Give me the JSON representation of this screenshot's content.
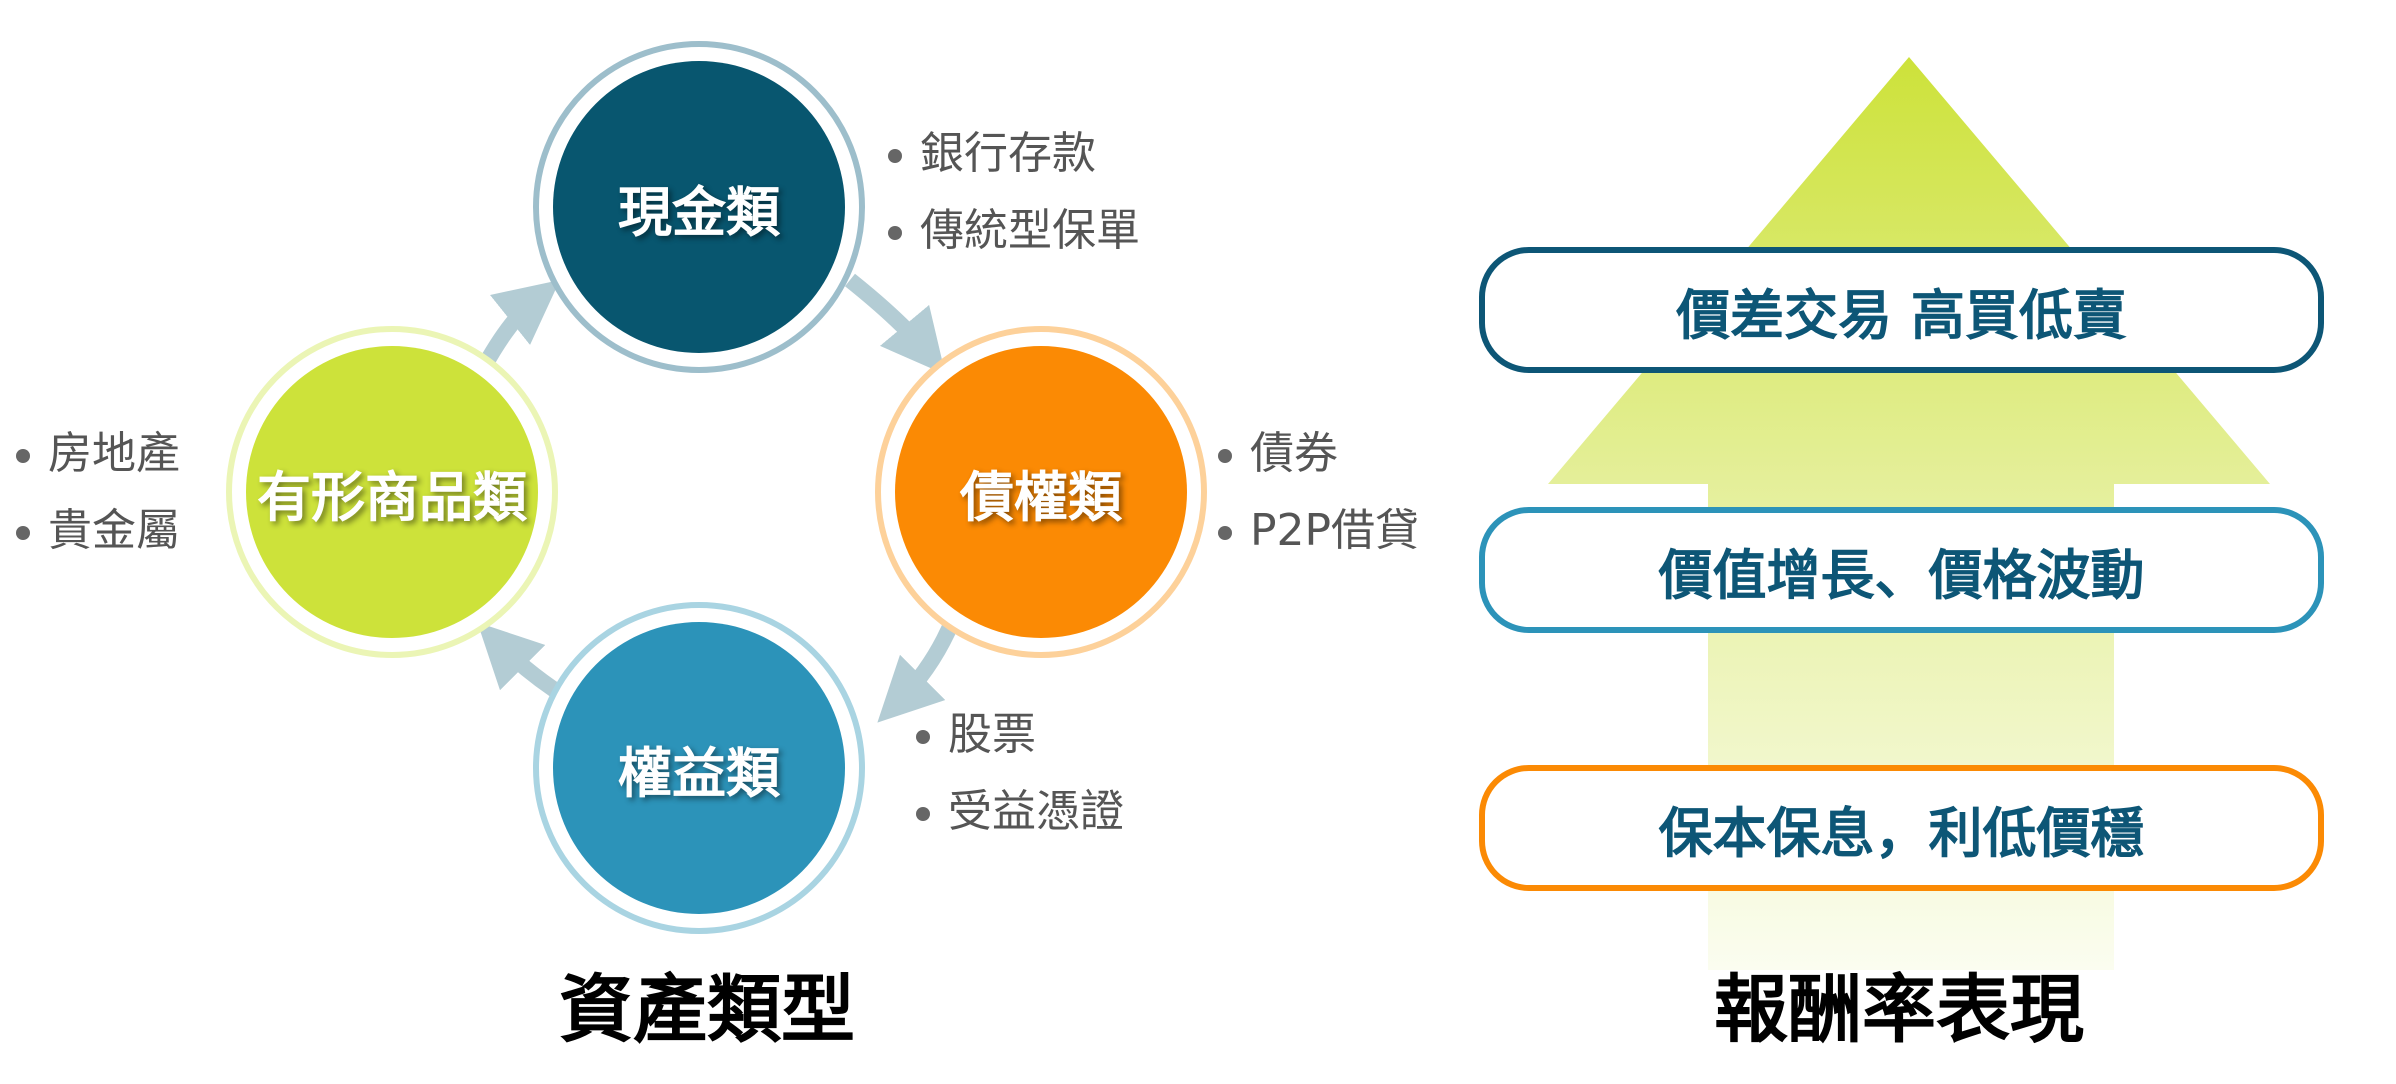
{
  "asset_types": {
    "title": "資產類型",
    "categories": [
      {
        "id": "cash",
        "label": "現金類",
        "color": "#08566f",
        "ring": "#9dbecb",
        "examples": [
          "銀行存款",
          "傳統型保單"
        ]
      },
      {
        "id": "debt",
        "label": "債權類",
        "color": "#fb8a04",
        "ring": "#fdd19a",
        "examples": [
          "債券",
          "P2P借貸"
        ]
      },
      {
        "id": "equity",
        "label": "權益類",
        "color": "#2c93b9",
        "ring": "#a9d4e2",
        "examples": [
          "股票",
          "受益憑證"
        ]
      },
      {
        "id": "tangible",
        "label": "有形商品類",
        "color": "#cde23a",
        "ring": "#ebf5b5",
        "examples": [
          "房地產",
          "貴金屬"
        ]
      }
    ]
  },
  "returns": {
    "title": "報酬率表現",
    "levels": [
      {
        "label": "價差交易 高買低賣",
        "color": "#0d5676"
      },
      {
        "label": "價值增長、價格波動",
        "color": "#2c93b9"
      },
      {
        "label": "保本保息，利低價穩",
        "color": "#fb8a04"
      }
    ]
  }
}
